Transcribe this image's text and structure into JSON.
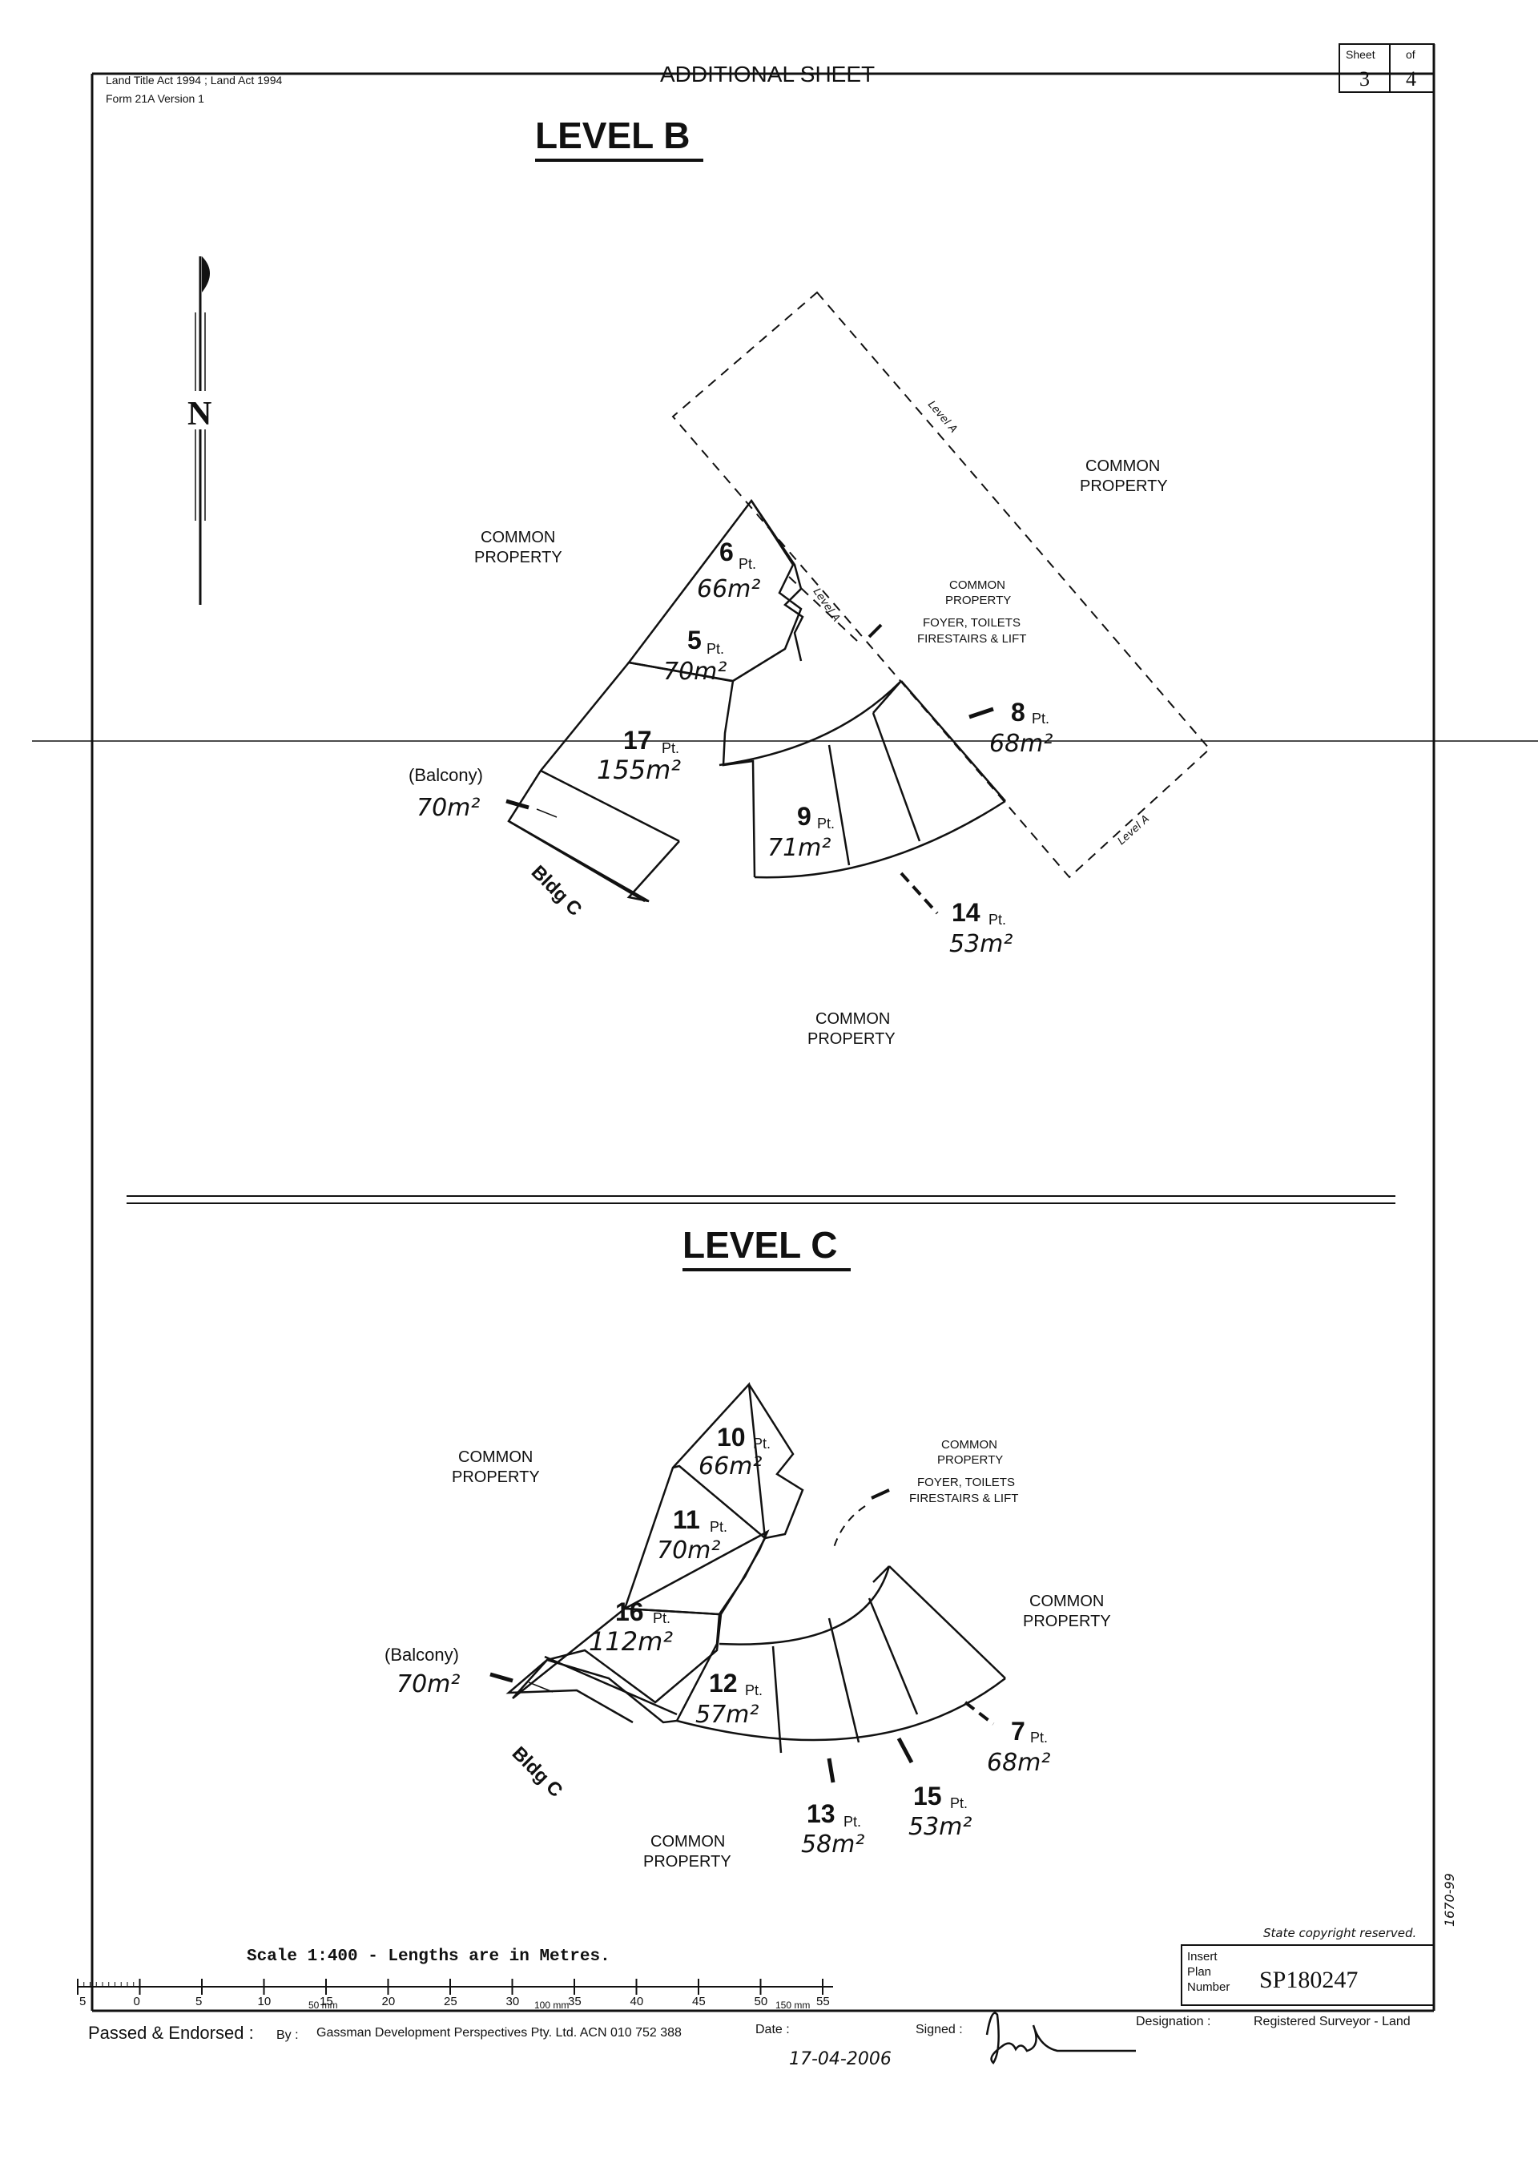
{
  "header": {
    "act_line": "Land Title Act 1994 ; Land Act 1994",
    "form_line": "Form 21A Version 1",
    "title": "ADDITIONAL SHEET",
    "sheet_label": "Sheet",
    "of_label": "of",
    "sheet_no": "3",
    "sheet_total": "4"
  },
  "north": "N",
  "level_b": {
    "heading": "LEVEL B",
    "common_nw": [
      "COMMON",
      "PROPERTY"
    ],
    "common_ne": [
      "COMMON",
      "PROPERTY"
    ],
    "common_s": [
      "COMMON",
      "PROPERTY"
    ],
    "foyer": [
      "COMMON",
      "PROPERTY",
      "FOYER, TOILETS",
      "FIRESTAIRS & LIFT"
    ],
    "level_a_label": "Level A",
    "balcony_label": "(Balcony)",
    "balcony_area": "70m²",
    "bldg": "Bldg C",
    "lots": [
      {
        "num": "6",
        "pt": "Pt.",
        "area": "66m²"
      },
      {
        "num": "5",
        "pt": "Pt.",
        "area": "70m²"
      },
      {
        "num": "17",
        "pt": "Pt.",
        "area": "155m²"
      },
      {
        "num": "9",
        "pt": "Pt.",
        "area": "71m²"
      },
      {
        "num": "8",
        "pt": "Pt.",
        "area": "68m²"
      },
      {
        "num": "14",
        "pt": "Pt.",
        "area": "53m²"
      }
    ]
  },
  "level_c": {
    "heading": "LEVEL C",
    "common_nw": [
      "COMMON",
      "PROPERTY"
    ],
    "common_e": [
      "COMMON",
      "PROPERTY"
    ],
    "common_s": [
      "COMMON",
      "PROPERTY"
    ],
    "foyer": [
      "COMMON",
      "PROPERTY",
      "FOYER, TOILETS",
      "FIRESTAIRS & LIFT"
    ],
    "balcony_label": "(Balcony)",
    "balcony_area": "70m²",
    "bldg": "Bldg C",
    "lots": [
      {
        "num": "10",
        "pt": "Pt.",
        "area": "66m²"
      },
      {
        "num": "11",
        "pt": "Pt.",
        "area": "70m²"
      },
      {
        "num": "16",
        "pt": "Pt.",
        "area": "112m²"
      },
      {
        "num": "12",
        "pt": "Pt.",
        "area": "57m²"
      },
      {
        "num": "13",
        "pt": "Pt.",
        "area": "58m²"
      },
      {
        "num": "15",
        "pt": "Pt.",
        "area": "53m²"
      },
      {
        "num": "7",
        "pt": "Pt.",
        "area": "68m²"
      }
    ]
  },
  "footer": {
    "scale_text": "Scale 1:400 - Lengths are in Metres.",
    "scale_ticks": [
      "5",
      "0",
      "5",
      "10",
      "15",
      "20",
      "25",
      "30",
      "35",
      "40",
      "45",
      "50",
      "55"
    ],
    "mm_ticks": [
      "50 mm",
      "100 mm",
      "150 mm"
    ],
    "copyright": "State copyright reserved.",
    "insert_plan_label": [
      "Insert",
      "Plan",
      "Number"
    ],
    "plan_number": "SP180247",
    "side_code": "1670-99",
    "passed_label": "Passed & Endorsed :",
    "by_label": "By :",
    "by_value": "Gassman Development Perspectives Pty. Ltd. ACN 010 752 388",
    "date_label": "Date :",
    "date_value": "17-04-2006",
    "signed_label": "Signed :",
    "designation_label": "Designation :",
    "designation_value": "Registered Surveyor - Land"
  }
}
